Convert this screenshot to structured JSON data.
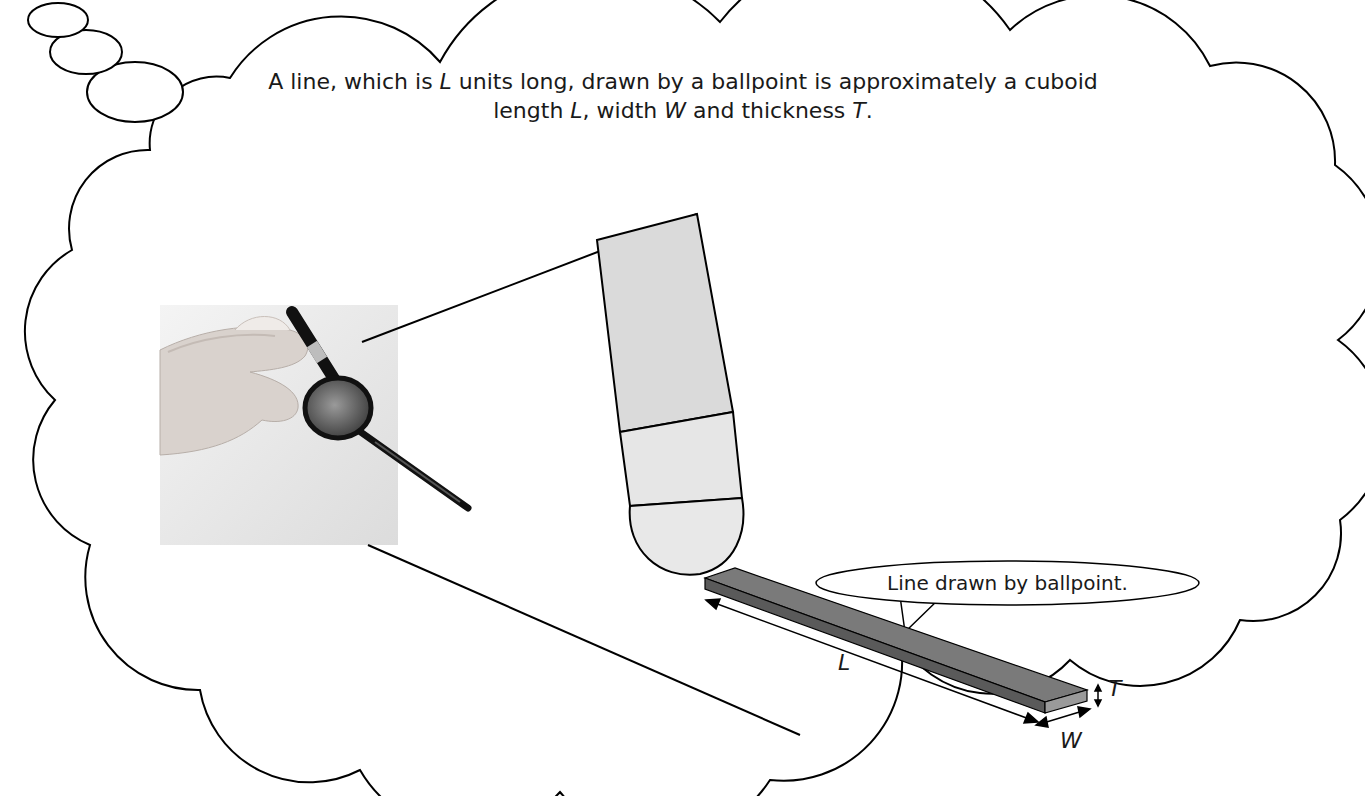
{
  "diagram": {
    "nodes": [
      {
        "text": [
          "A line, which is L units long, drawn by a ballpoint is approximately a cuboid length L, width W and thickness T."
        ]
      },
      {
        "text": [
          "Line drawn by ballpoint."
        ],
        "in": 0
      }
    ],
    "labels": [
      "L",
      "W",
      "T"
    ]
  }
}
